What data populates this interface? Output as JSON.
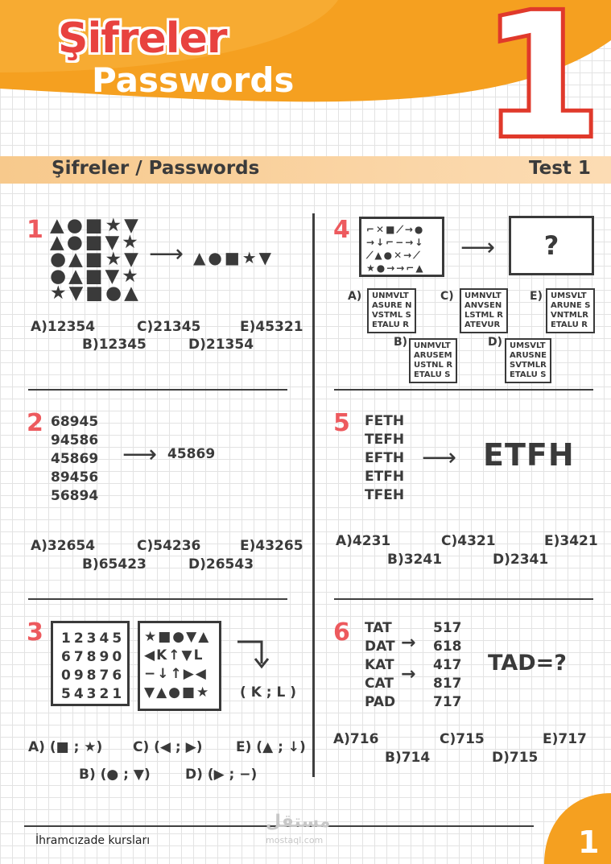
{
  "header": {
    "title_tr": "Şifreler",
    "title_en": "Passwords",
    "big_number": "1",
    "band_title": "Şifreler / Passwords",
    "test_label": "Test 1"
  },
  "colors": {
    "orange": "#f5a020",
    "red": "#e0392b",
    "pink": "#ed5a5e",
    "dark": "#3a3a3a"
  },
  "q1": {
    "num": "1",
    "grid": [
      "▲●■★▼",
      "▲●■▼★",
      "●▲■★▼",
      "●▲■▼★",
      "★▼■●▲"
    ],
    "answer_row": "▲●■★▼",
    "options": {
      "A": "A)12354",
      "B": "B)12345",
      "C": "C)21345",
      "D": "D)21354",
      "E": "E)45321"
    }
  },
  "q2": {
    "num": "2",
    "list": [
      "68945",
      "94586",
      "45869",
      "89456",
      "56894"
    ],
    "target": "45869",
    "options": {
      "A": "A)32654",
      "B": "B)65423",
      "C": "C)54236",
      "D": "D)26543",
      "E": "E)43265"
    }
  },
  "q3": {
    "num": "3",
    "left_grid": [
      "12345",
      "67890",
      "09876",
      "54321"
    ],
    "right_grid": [
      "★■●▼▲",
      "◀K↑▼L",
      "−↓↑▶◀",
      "▼▲●■★"
    ],
    "result": "( K ; L )",
    "options": {
      "A": "A) (■ ; ★)",
      "B": "B) (● ; ▼)",
      "C": "C) (◀ ; ▶)",
      "D": "D) (▶ ; −)",
      "E": "E) (▲ ; ↓)"
    }
  },
  "q4": {
    "num": "4",
    "grid": [
      "⌐✕■⟋→●",
      "→↓⌐−→↓",
      "⟋▲●✕→⟋",
      "★●→→⌐▲"
    ],
    "question": "?",
    "options": {
      "A": {
        "label": "A)",
        "lines": [
          "UNMVLT",
          "ASURE N",
          "VSTML S",
          "ETALU R"
        ]
      },
      "B": {
        "label": "B)",
        "lines": [
          "UNMVLT",
          "ARUSEM",
          "USTNL R",
          "ETALU S"
        ]
      },
      "C": {
        "label": "C)",
        "lines": [
          "UMNVLT",
          "ANVSEN",
          "LSTML R",
          "ATEVUR"
        ]
      },
      "D": {
        "label": "D)",
        "lines": [
          "UMSVLT",
          "ARUSNE",
          "SVTMLR",
          "ETALU S"
        ]
      },
      "E": {
        "label": "E)",
        "lines": [
          "UMSVLT",
          "ARUNE S",
          "VNTMLR",
          "ETALU R"
        ]
      }
    }
  },
  "q5": {
    "num": "5",
    "list": [
      "FETH",
      "TEFH",
      "EFTH",
      "ETFH",
      "TFEH"
    ],
    "target": "ETFH",
    "options": {
      "A": "A)4231",
      "B": "B)3241",
      "C": "C)4321",
      "D": "D)2341",
      "E": "E)3421"
    }
  },
  "q6": {
    "num": "6",
    "words": [
      "TAT",
      "DAT",
      "KAT",
      "CAT",
      "PAD"
    ],
    "codes": [
      "517",
      "618",
      "417",
      "817",
      "717"
    ],
    "question": "TAD=?",
    "options": {
      "A": "A)716",
      "B": "B)714",
      "C": "C)715",
      "D": "D)715",
      "E": "E)717"
    }
  },
  "footer": {
    "publisher": "İhramcızade kursları",
    "watermark": "مستقل",
    "watermark_url": "mostaql.com",
    "page_number": "1"
  }
}
